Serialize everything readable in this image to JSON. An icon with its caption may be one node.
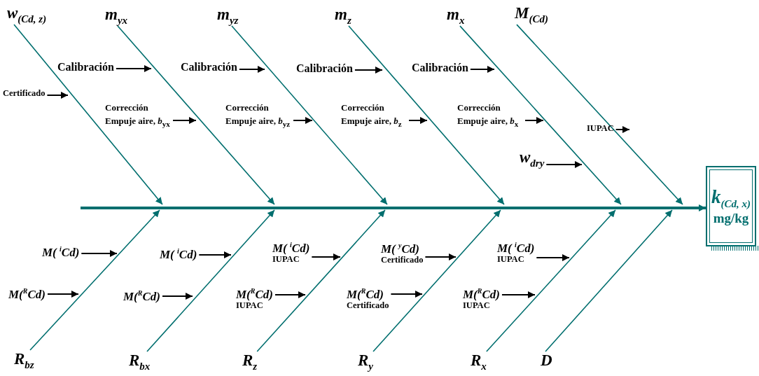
{
  "diagram": {
    "nodes": [
      {
        "text": [
          "w$_{(Cd, z)}$"
        ]
      },
      {
        "text": [
          "m$_{yx}$"
        ]
      },
      {
        "text": [
          "m$_{yz}$"
        ]
      },
      {
        "text": [
          "m$_{z}$"
        ]
      },
      {
        "text": [
          "m$_{x}$"
        ]
      },
      {
        "text": [
          "M$_{(Cd)}$"
        ]
      },
      {
        "text": [
          "Calibración"
        ]
      },
      {
        "text": [
          "Calibración"
        ]
      },
      {
        "text": [
          "Calibración"
        ]
      },
      {
        "text": [
          "Calibración"
        ]
      },
      {
        "text": [
          "Certificado"
        ]
      },
      {
        "text": [
          "Corrección Empuje aire, *b*$_{yx}$"
        ]
      },
      {
        "text": [
          "Corrección Empuje aire, *b*$_{yz}$"
        ]
      },
      {
        "text": [
          "Corrección Empuje aire, *b*$_{z}$"
        ]
      },
      {
        "text": [
          "Corrección Empuje aire, *b*$_{x}$"
        ]
      },
      {
        "text": [
          "IUPAC"
        ]
      },
      {
        "text": [
          "w$_{dry}$"
        ]
      },
      {
        "text": [
          "k$_{(Cd, x)}$",
          "mg/kg"
        ]
      },
      {
        "text": [
          "M( $^{i}$Cd)"
        ]
      },
      {
        "text": [
          "M( $^{i}$Cd)"
        ]
      },
      {
        "text": [
          "M( $^{i}$Cd)",
          "IUPAC"
        ]
      },
      {
        "text": [
          "M( $^{y}$Cd)",
          "Certificado"
        ]
      },
      {
        "text": [
          "M( $^{i}$Cd)",
          "IUPAC"
        ]
      },
      {
        "text": [
          "M($^{R}$Cd)"
        ]
      },
      {
        "text": [
          "M($^{R}$Cd)"
        ]
      },
      {
        "text": [
          "M($^{R}$Cd)",
          "IUPAC"
        ]
      },
      {
        "text": [
          "M($^{R}$Cd)",
          "Certificado"
        ]
      },
      {
        "text": [
          "M($^{R}$Cd)",
          "IUPAC"
        ]
      },
      {
        "text": [
          "R$_{bz}$"
        ]
      },
      {
        "text": [
          "R$_{bx}$"
        ]
      },
      {
        "text": [
          "R$_{z}$"
        ]
      },
      {
        "text": [
          "R$_{y}$"
        ]
      },
      {
        "text": [
          "R$_{x}$"
        ]
      },
      {
        "text": [
          "D"
        ]
      }
    ],
    "edges": [
      {
        "from": 0,
        "to": null,
        "arrow": "to",
        "color": "#006e6e"
      },
      {
        "from": 1,
        "to": null,
        "arrow": "to",
        "color": "#006e6e"
      },
      {
        "from": 2,
        "to": null,
        "arrow": "to",
        "color": "#006e6e"
      },
      {
        "from": 3,
        "to": null,
        "arrow": "to",
        "color": "#006e6e"
      },
      {
        "from": 4,
        "to": null,
        "arrow": "to",
        "color": "#006e6e"
      },
      {
        "from": 5,
        "to": null,
        "arrow": "to",
        "color": "#006e6e"
      },
      {
        "from": null,
        "to": 17,
        "arrow": "to",
        "style": "thick",
        "color": "#006e6e"
      },
      {
        "from": 6,
        "to": null,
        "arrow": "to"
      },
      {
        "from": 7,
        "to": null,
        "arrow": "to"
      },
      {
        "from": 8,
        "to": null,
        "arrow": "to"
      },
      {
        "from": 9,
        "to": null,
        "arrow": "to"
      },
      {
        "from": 10,
        "to": null,
        "arrow": "to"
      },
      {
        "from": 11,
        "to": null,
        "arrow": "to"
      },
      {
        "from": 12,
        "to": null,
        "arrow": "to"
      },
      {
        "from": 13,
        "to": null,
        "arrow": "to"
      },
      {
        "from": 14,
        "to": null,
        "arrow": "to"
      },
      {
        "from": 15,
        "to": null,
        "arrow": "to"
      },
      {
        "from": 16,
        "to": null,
        "arrow": "to"
      },
      {
        "from": 18,
        "to": null,
        "arrow": "to"
      },
      {
        "from": 19,
        "to": null,
        "arrow": "to"
      },
      {
        "from": 20,
        "to": null,
        "arrow": "to"
      },
      {
        "from": 21,
        "to": null,
        "arrow": "to"
      },
      {
        "from": 22,
        "to": null,
        "arrow": "to"
      },
      {
        "from": 23,
        "to": null,
        "arrow": "to"
      },
      {
        "from": 24,
        "to": null,
        "arrow": "to"
      },
      {
        "from": 25,
        "to": null,
        "arrow": "to"
      },
      {
        "from": 26,
        "to": null,
        "arrow": "to"
      },
      {
        "from": 27,
        "to": null,
        "arrow": "to"
      },
      {
        "from": 28,
        "to": null,
        "arrow": "to",
        "color": "#006e6e"
      },
      {
        "from": 29,
        "to": null,
        "arrow": "to",
        "color": "#006e6e"
      },
      {
        "from": 30,
        "to": null,
        "arrow": "to",
        "color": "#006e6e"
      },
      {
        "from": 31,
        "to": null,
        "arrow": "to",
        "color": "#006e6e"
      },
      {
        "from": 32,
        "to": null,
        "arrow": "to",
        "color": "#006e6e"
      },
      {
        "from": 33,
        "to": null,
        "arrow": "to",
        "color": "#006e6e"
      }
    ]
  }
}
